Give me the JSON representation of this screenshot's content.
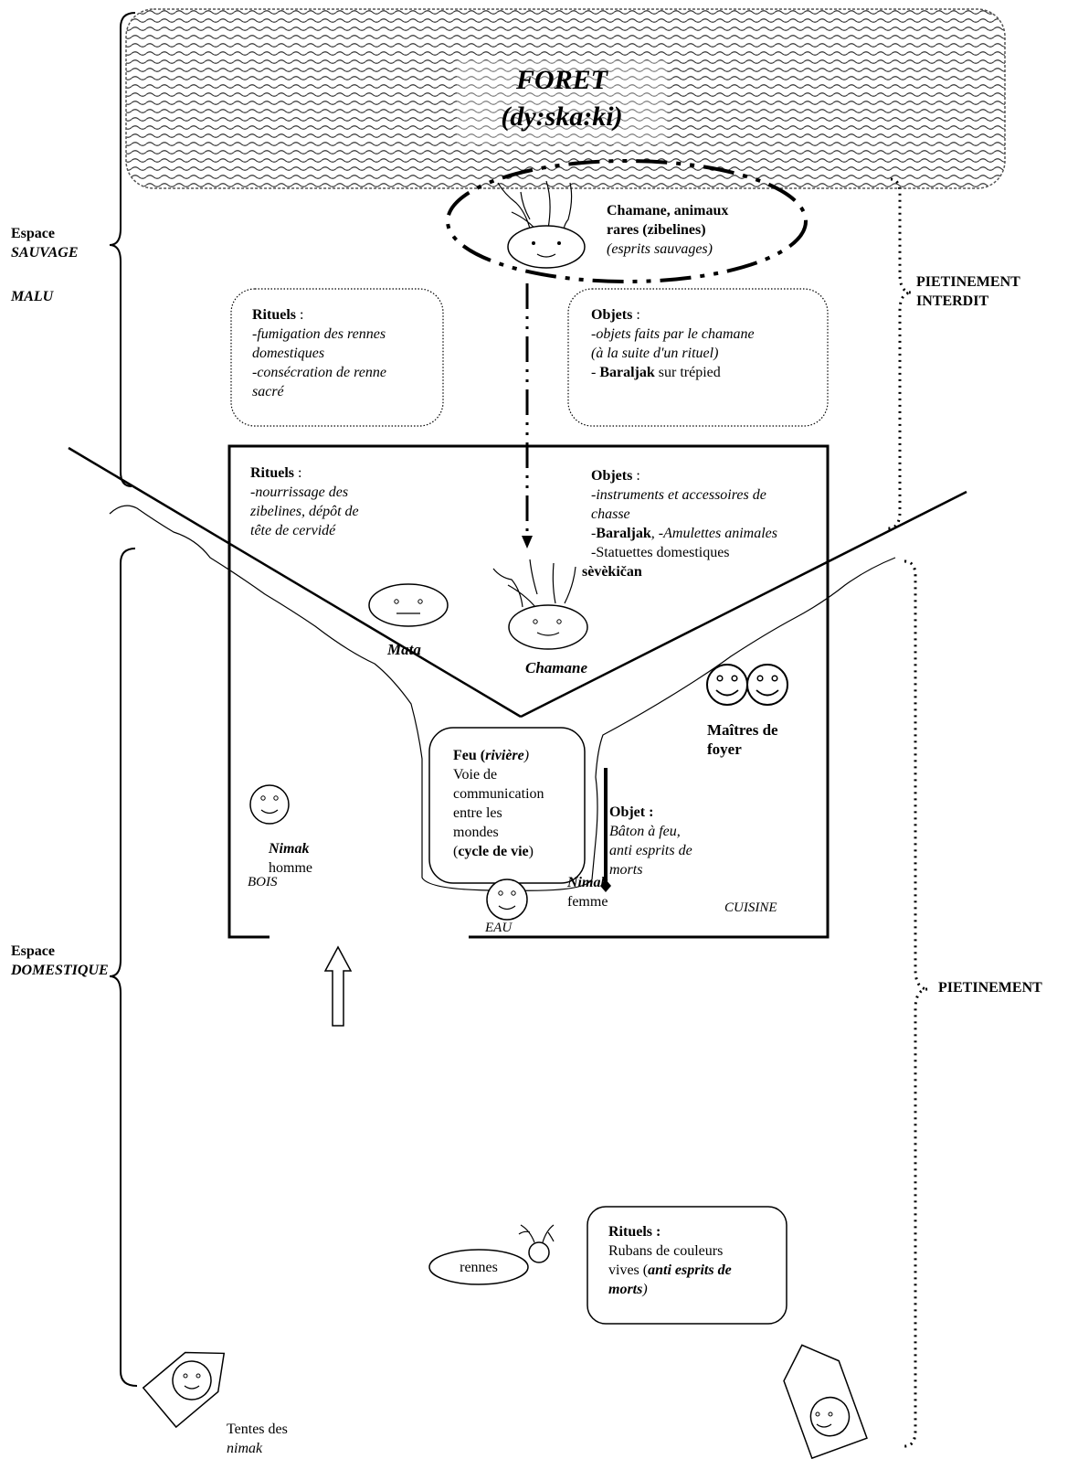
{
  "forest": {
    "title": "FORET",
    "subtitle": "(dy:ska:ki)"
  },
  "wild_space": {
    "label_1": "Espace",
    "label_2": "SAUVAGE",
    "malu": "MALU"
  },
  "domestic_space": {
    "label_1": "Espace",
    "label_2": "DOMESTIQUE"
  },
  "trampling_forbidden": {
    "line_1": "PIETINEMENT",
    "line_2": "INTERDIT"
  },
  "trampling": {
    "label": "PIETINEMENT"
  },
  "shaman_zone": {
    "line_1": "Chamane, animaux",
    "line_2": "rares (zibelines)",
    "line_3": "(esprits sauvages)"
  },
  "outer_rituals": {
    "title": "Rituels",
    "suffix": " :",
    "line_1": "-fumigation des rennes",
    "line_2": "domestiques",
    "line_3": "-consécration de renne",
    "line_4": "sacré"
  },
  "outer_objects": {
    "title": "Objets",
    "suffix": " :",
    "line_1": "-objets faits par le chamane",
    "line_2": "(à la suite d'un rituel)",
    "line_3_prefix": "- ",
    "line_3_bold": "Baraljak",
    "line_3_rest": " sur trépied"
  },
  "inner_rituals": {
    "title": "Rituels",
    "suffix": " :",
    "line_1": "-nourrissage des",
    "line_2": "zibelines, dépôt de",
    "line_3": "tête de cervidé"
  },
  "inner_objects": {
    "title": "Objets",
    "suffix": " :",
    "line_1": "-instruments et accessoires  de",
    "line_2": "chasse",
    "line_3_dash": "-",
    "line_3_bold": "Baraljak",
    "line_3_italic": ", -Amulettes animales",
    "line_4": "-Statuettes domestiques",
    "line_5": "sèvèkičan"
  },
  "mata": {
    "label": "Mata"
  },
  "chamane": {
    "label": "Chamane"
  },
  "hearth_masters": {
    "line_1": "Maîtres de",
    "line_2": "foyer"
  },
  "fire": {
    "title": "Feu (",
    "title_italic": "rivière",
    "title_end": ")",
    "line_1": "Voie de",
    "line_2": "communication",
    "line_3": "entre les",
    "line_4": "mondes",
    "line_5_open": "(",
    "line_5_bold": "cycle de vie",
    "line_5_close": ")"
  },
  "fire_stick": {
    "title": "Objet :",
    "line_1": "Bâton à feu,",
    "line_2": " anti esprits de",
    "line_3": "morts"
  },
  "nimak_man": {
    "name": "Nimak",
    "role": "homme"
  },
  "nimak_woman": {
    "name": "Nimak",
    "role": "femme"
  },
  "water": {
    "label": "EAU"
  },
  "wood": {
    "label": "BOIS"
  },
  "kitchen": {
    "label": "CUISINE"
  },
  "reindeer": {
    "label": "rennes"
  },
  "ribbons_ritual": {
    "title": "Rituels :",
    "line_1": "Rubans de couleurs",
    "line_2_start": "vives (",
    "line_2_bold": "anti esprits de",
    "line_3_bold": "morts",
    "line_3_end": ")"
  },
  "tents": {
    "line_1": "Tentes des",
    "line_2": "nimak"
  }
}
